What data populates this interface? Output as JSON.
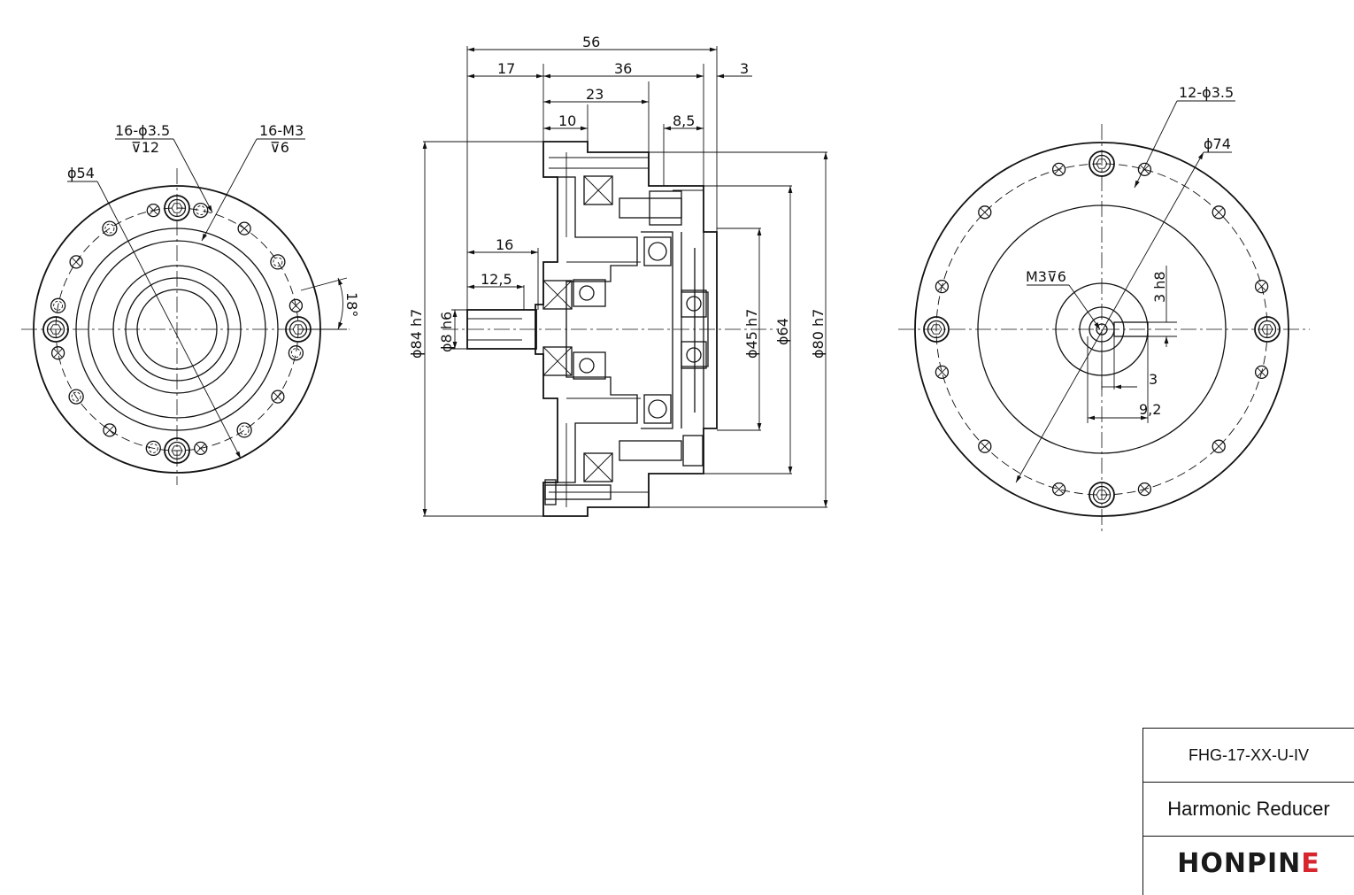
{
  "views": {
    "front": {
      "labels": {
        "holes_count": "16-ϕ3.5",
        "holes_depth": "⊽12",
        "threads_count": "16-M3",
        "threads_depth": "⊽6",
        "pcd": "ϕ54",
        "angle": "18°"
      }
    },
    "section": {
      "labels": {
        "len_total": "56",
        "len_17": "17",
        "len_36": "36",
        "len_3": "3",
        "len_23": "23",
        "len_10": "10",
        "len_8_5": "8,5",
        "len_16": "16",
        "len_12_5": "12,5",
        "dia_84": "ϕ84 h7",
        "dia_8": "ϕ8 h6",
        "dia_45": "ϕ45 h7",
        "dia_64": "ϕ64",
        "dia_80": "ϕ80 h7"
      }
    },
    "rear": {
      "labels": {
        "holes": "12-ϕ3.5",
        "pcd": "ϕ74",
        "thread": "M3⊽6",
        "key": "3 h8",
        "key_offset": "3",
        "key_depth": "9,2"
      }
    }
  },
  "title_block": {
    "model": "FHG-17-XX-U-IV",
    "name": "Harmonic Reducer",
    "brand": "HONPINE",
    "brand_accent_color": "#d7262e"
  }
}
